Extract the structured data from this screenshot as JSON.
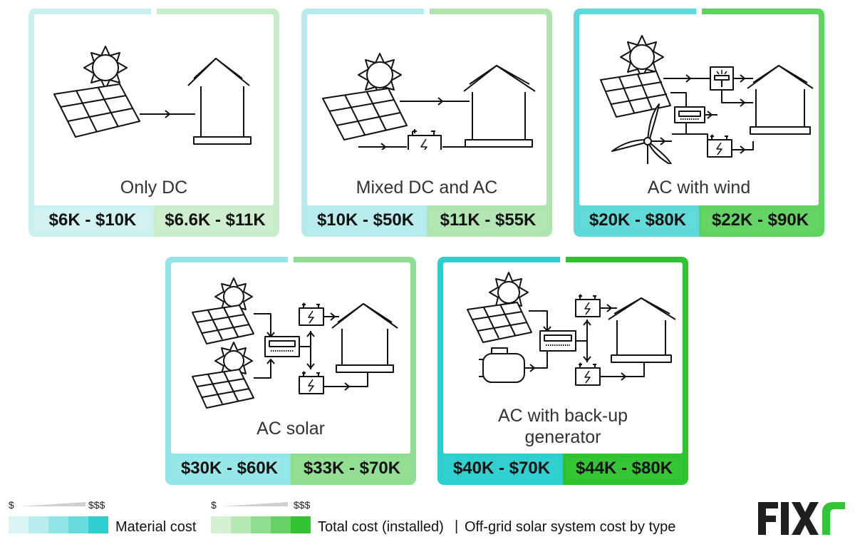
{
  "cards": [
    {
      "label": "Only DC",
      "material": "$6K - $10K",
      "total": "$6.6K - $11K",
      "colors": {
        "mat_border": "#c8f0f0",
        "tot_border": "#c8ecc8",
        "mat_fill": "#d2f2f2",
        "tot_fill": "#cdefcd"
      }
    },
    {
      "label": "Mixed DC and AC",
      "material": "$10K - $50K",
      "total": "$11K - $55K",
      "colors": {
        "mat_border": "#b4ecec",
        "tot_border": "#aee5ae",
        "mat_fill": "#b8eded",
        "tot_fill": "#b2e6b2"
      }
    },
    {
      "label": "AC with wind",
      "material": "$20K - $80K",
      "total": "$22K - $90K",
      "colors": {
        "mat_border": "#5ed9d9",
        "tot_border": "#5ed35e",
        "mat_fill": "#62dada",
        "tot_fill": "#64d564"
      }
    },
    {
      "label": "AC solar",
      "material": "$30K - $60K",
      "total": "$33K - $70K",
      "colors": {
        "mat_border": "#92e6e6",
        "tot_border": "#8fdd8f",
        "mat_fill": "#96e7e7",
        "tot_fill": "#92de92"
      }
    },
    {
      "label_line1": "AC with back-up",
      "label_line2": "generator",
      "material": "$40K - $70K",
      "total": "$44K - $80K",
      "colors": {
        "mat_border": "#2ccfcf",
        "tot_border": "#2ec32e",
        "mat_fill": "#30d0d0",
        "tot_fill": "#34c434"
      }
    }
  ],
  "legend": {
    "material": {
      "low": "$",
      "high": "$$$",
      "label": "Material cost",
      "swatches": [
        "#d9f4f4",
        "#b9eded",
        "#92e5e5",
        "#66dcdc",
        "#2ecfcf"
      ]
    },
    "total": {
      "low": "$",
      "high": "$$$",
      "label": "Total cost (installed)",
      "swatches": [
        "#d3f0d3",
        "#b5e8b5",
        "#8fdd8f",
        "#66d266",
        "#33c333"
      ]
    },
    "separator": "|",
    "title": "Off-grid solar system cost by type"
  },
  "logo": {
    "text": "FIXr",
    "color": "#1f1f1f",
    "accent": "#35c435"
  }
}
